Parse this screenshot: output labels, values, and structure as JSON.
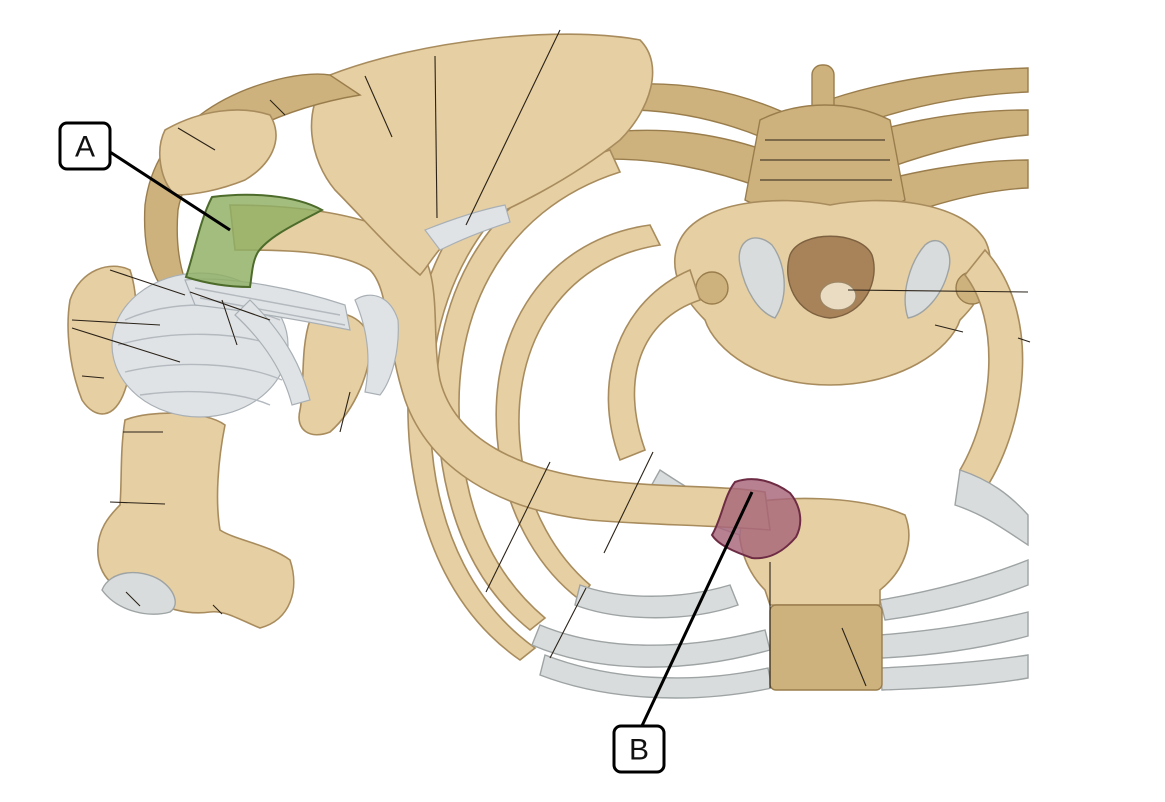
{
  "figure": {
    "labels": [
      {
        "id": "A",
        "text": "A"
      },
      {
        "id": "B",
        "text": "B"
      }
    ]
  },
  "colors": {
    "region_a_highlight": "#8fae63",
    "region_b_highlight": "#a7657a",
    "bone": "#e6cfa2",
    "cartilage": "#d9dcdc",
    "capsule": "#dfe3e6",
    "callout_border": "#000000"
  }
}
